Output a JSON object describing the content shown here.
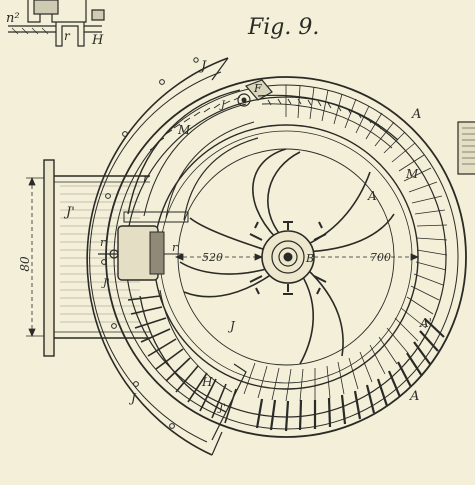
{
  "figure": {
    "title": "Fig. 9.",
    "paper_color": "#f3efd8",
    "ink_color": "#2a2a26"
  },
  "labels": {
    "inset_n2": "n²",
    "inset_r": "r",
    "inset_H": "H",
    "J_top": "J",
    "J_small": "J",
    "F": "F",
    "A_top": "A",
    "M_left": "M",
    "M_right": "M",
    "A_inner": "A",
    "r_left": "r",
    "J_prime_pipe": "J'",
    "dim_80": "80",
    "r_mid": "r",
    "r_right": "r",
    "J_prime_side": "J'",
    "B": "B",
    "J_lower": "J",
    "A_prime": "A'",
    "H_lower": "H",
    "J_bottom_left": "J",
    "J_prime_bottom": "J'",
    "A_bottom": "A"
  },
  "dimensions": {
    "left_radius": "520",
    "right_radius": "700"
  }
}
